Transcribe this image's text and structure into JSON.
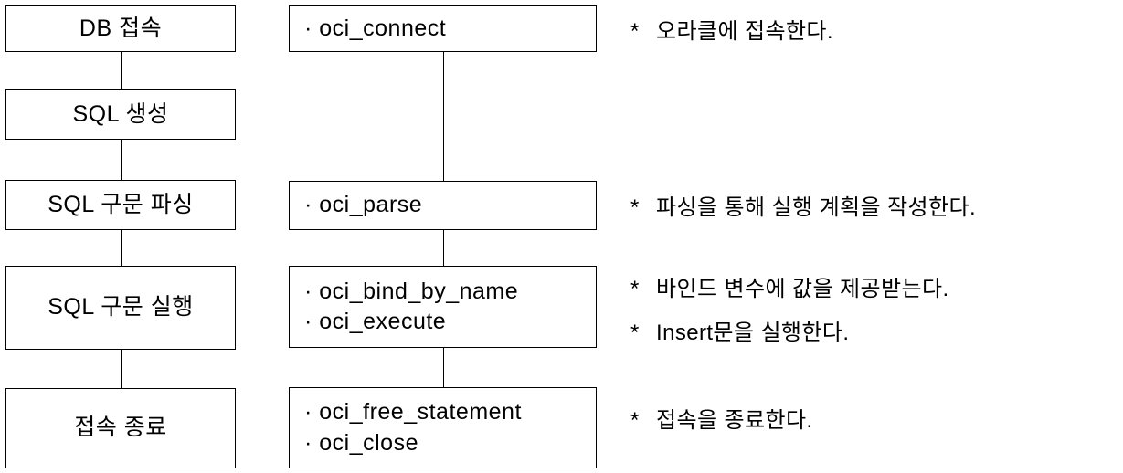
{
  "diagram": {
    "type": "flowchart",
    "title": "",
    "bullet_marker": "*",
    "stroke_color": "#000000",
    "background_color": "#ffffff",
    "steps": [
      {
        "id": "step-1",
        "stage": "DB 접속",
        "functions": [
          "· oci_connect"
        ],
        "notes": [
          "오라클에 접속한다."
        ]
      },
      {
        "id": "step-2",
        "stage": "SQL 생성",
        "functions": [],
        "notes": []
      },
      {
        "id": "step-3",
        "stage": "SQL 구문 파싱",
        "functions": [
          "· oci_parse"
        ],
        "notes": [
          "파싱을 통해 실행 계획을 작성한다."
        ]
      },
      {
        "id": "step-4",
        "stage": "SQL 구문 실행",
        "functions": [
          "· oci_bind_by_name",
          "· oci_execute"
        ],
        "notes": [
          "바인드 변수에 값을 제공받는다.",
          "Insert문을 실행한다."
        ]
      },
      {
        "id": "step-5",
        "stage": "접속 종료",
        "functions": [
          "· oci_free_statement",
          "· oci_close"
        ],
        "notes": [
          "접속을 종료한다."
        ]
      }
    ]
  }
}
